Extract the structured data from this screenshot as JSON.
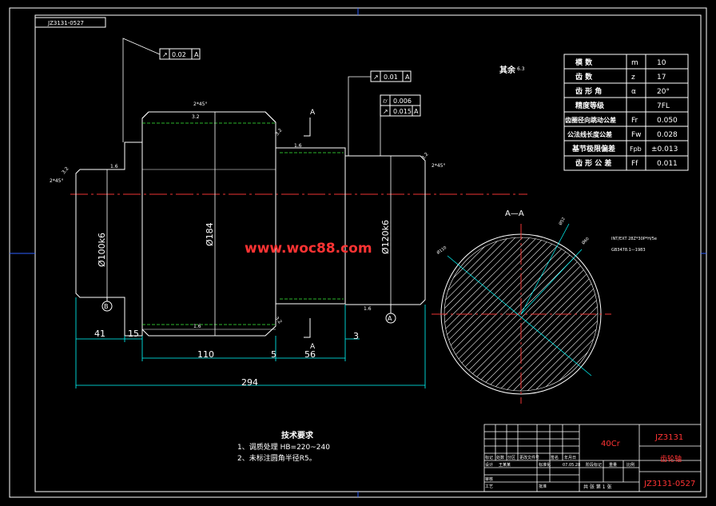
{
  "drawing": {
    "stamp_code_mirrored": "JZ3131-0527",
    "watermark": "www.woc88.com",
    "surface_finish_other": "其余",
    "surface_finish_value": "6.3",
    "section_label": "A—A",
    "section_marker": "A",
    "tech_title": "技术要求",
    "tech_items": [
      "1、调质处理 HB=220~240",
      "2、未标注圆角半径R5。"
    ]
  },
  "tolerances": {
    "runout_top": "0.02",
    "runout_mid": "0.01",
    "cyl": "0.006",
    "runout_right": "0.015",
    "datum_a": "A",
    "datum_b": "B"
  },
  "dimensions": {
    "d100": "Ø100k6",
    "d184": "Ø184",
    "d120": "Ø120k6",
    "l41": "41",
    "l15": "15",
    "l110": "110",
    "l5": "5",
    "l56": "56",
    "l3": "3",
    "l294": "294",
    "ch_left": "2*45°",
    "ch_gear": "2*45°",
    "ch_right": "2*45°",
    "r32a": "3.2",
    "r32b": "3.2",
    "r16a": "1.6",
    "r16b": "1.6",
    "r16c": "1.6",
    "r16d": "1.6",
    "r32c": "3.2",
    "r32d": "3.2",
    "r32e": "3.2",
    "sec_d1": "Ø52",
    "sec_d2": "Ø110",
    "sec_d3": "Ø60",
    "spline_note": "INT/EXT 28Z*30P*H/5e",
    "spline_std": "GB3478.1—1983"
  },
  "params": [
    {
      "name": "模 数",
      "sym": "m",
      "val": "10"
    },
    {
      "name": "齿 数",
      "sym": "z",
      "val": "17"
    },
    {
      "name": "齿 形 角",
      "sym": "α",
      "val": "20°"
    },
    {
      "name": "精度等级",
      "sym": "",
      "val": "7FL"
    },
    {
      "name": "齿圈径向跳动公差",
      "sym": "Fr",
      "val": "0.050"
    },
    {
      "name": "公法线长度公差",
      "sym": "Fw",
      "val": "0.028"
    },
    {
      "name": "基节极限偏差",
      "sym": "Fpb",
      "val": "±0.013"
    },
    {
      "name": "齿 形 公 差",
      "sym": "Ff",
      "val": "0.011"
    }
  ],
  "title_block": {
    "material": "40Cr",
    "code_top": "JZ3131",
    "part_name": "齿轮轴",
    "code_bottom": "JZ3131-0527",
    "h1": "标记",
    "h2": "处数",
    "h3": "分区",
    "h4": "更改文件号",
    "h5": "签名",
    "h6": "年月日",
    "design": "设计",
    "designer": "王某某",
    "standardize": "标准化",
    "date": "07.05.28",
    "stage": "阶段标记",
    "weight": "重量",
    "scale": "比例",
    "review": "审核",
    "process": "工艺",
    "approve": "批准",
    "sheets": "共 张 第 1 张"
  },
  "colors": {
    "outline": "#ffffff",
    "dims": "#00ffff",
    "border": "#2e5fff",
    "center": "#e33333",
    "watermark": "#ff0000"
  }
}
